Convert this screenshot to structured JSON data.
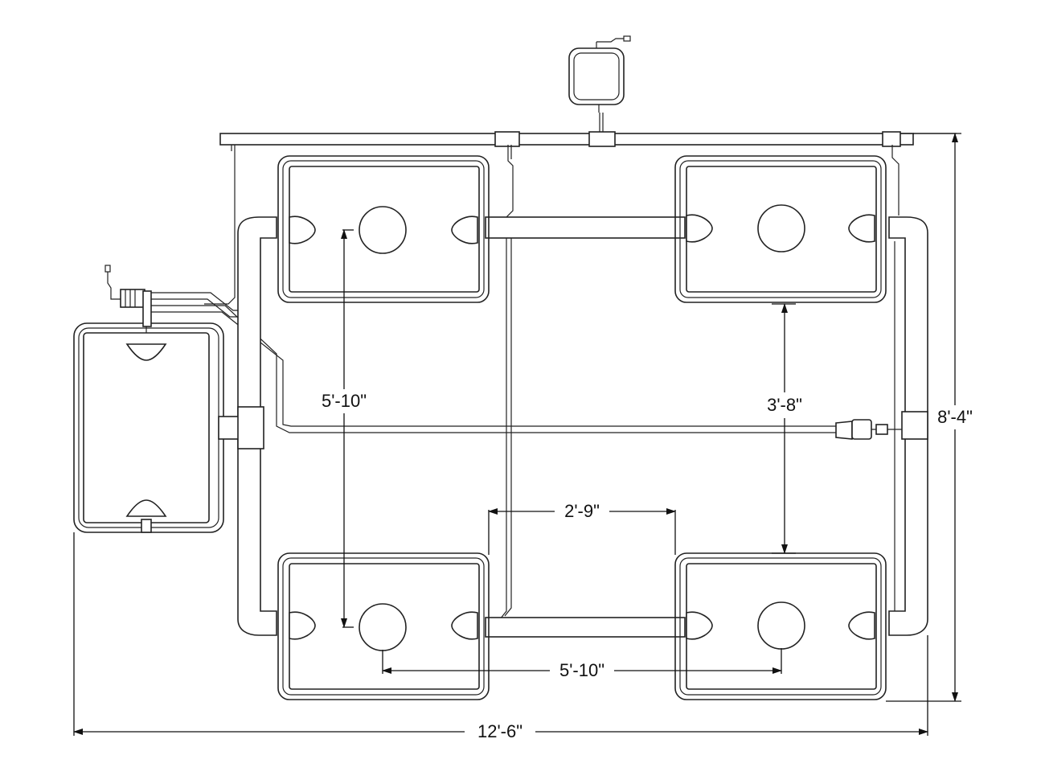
{
  "dimensions": {
    "overall_width": "12'-6\"",
    "overall_depth": "8'-4\"",
    "site_spacing_vertical": "5'-10\"",
    "site_spacing_horizontal": "5'-10\"",
    "gap_between_sites": "2'-9\"",
    "bucket_gap": "3'-8\""
  },
  "components": {
    "reservoir": "reservoir",
    "grow_sites": [
      "top-left",
      "top-right",
      "bottom-left",
      "bottom-right"
    ],
    "pump": "pump",
    "air_pump": "air-pump",
    "float_valve": "float-valve"
  }
}
